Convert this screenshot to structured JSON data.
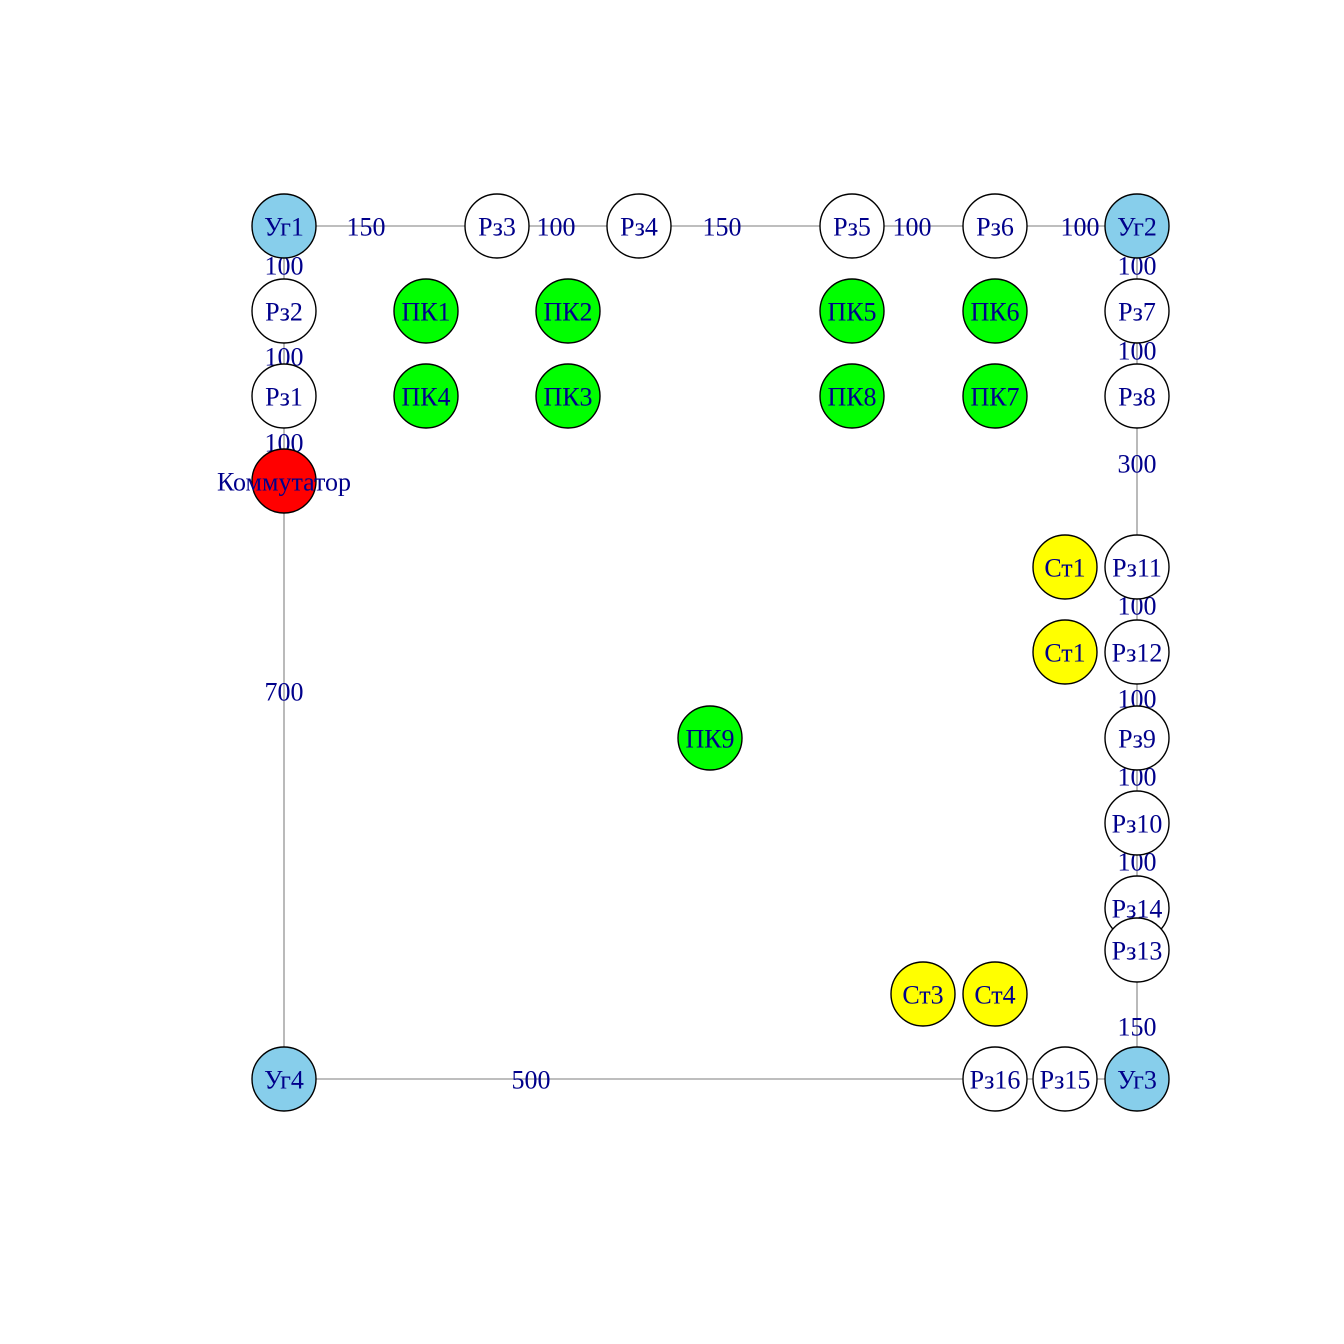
{
  "colors": {
    "corner": "#87ceeb",
    "splitter": "#ffffff",
    "pc": "#00ff00",
    "station": "#ffff00",
    "switch": "#ff0000",
    "edge": "#a9a9a9",
    "label": "#00008b"
  },
  "nodes": [
    {
      "id": "ug1",
      "label": "Уг1",
      "kind": "corner"
    },
    {
      "id": "rz3",
      "label": "Рз3",
      "kind": "splitter"
    },
    {
      "id": "rz4",
      "label": "Рз4",
      "kind": "splitter"
    },
    {
      "id": "rz5",
      "label": "Рз5",
      "kind": "splitter"
    },
    {
      "id": "rz6",
      "label": "Рз6",
      "kind": "splitter"
    },
    {
      "id": "ug2",
      "label": "Уг2",
      "kind": "corner"
    },
    {
      "id": "rz2",
      "label": "Рз2",
      "kind": "splitter"
    },
    {
      "id": "rz1",
      "label": "Рз1",
      "kind": "splitter"
    },
    {
      "id": "switch",
      "label": "Коммутатор",
      "kind": "switch"
    },
    {
      "id": "pk1",
      "label": "ПК1",
      "kind": "pc"
    },
    {
      "id": "pk2",
      "label": "ПК2",
      "kind": "pc"
    },
    {
      "id": "pk5",
      "label": "ПК5",
      "kind": "pc"
    },
    {
      "id": "pk6",
      "label": "ПК6",
      "kind": "pc"
    },
    {
      "id": "pk4",
      "label": "ПК4",
      "kind": "pc"
    },
    {
      "id": "pk3",
      "label": "ПК3",
      "kind": "pc"
    },
    {
      "id": "pk8",
      "label": "ПК8",
      "kind": "pc"
    },
    {
      "id": "pk7",
      "label": "ПК7",
      "kind": "pc"
    },
    {
      "id": "rz7",
      "label": "Рз7",
      "kind": "splitter"
    },
    {
      "id": "rz8",
      "label": "Рз8",
      "kind": "splitter"
    },
    {
      "id": "st1a",
      "label": "Ст1",
      "kind": "station"
    },
    {
      "id": "rz11",
      "label": "Рз11",
      "kind": "splitter"
    },
    {
      "id": "st1b",
      "label": "Ст1",
      "kind": "station"
    },
    {
      "id": "rz12",
      "label": "Рз12",
      "kind": "splitter"
    },
    {
      "id": "pk9",
      "label": "ПК9",
      "kind": "pc"
    },
    {
      "id": "rz9",
      "label": "Рз9",
      "kind": "splitter"
    },
    {
      "id": "rz10",
      "label": "Рз10",
      "kind": "splitter"
    },
    {
      "id": "rz14",
      "label": "Рз14",
      "kind": "splitter"
    },
    {
      "id": "rz13",
      "label": "Рз13",
      "kind": "splitter"
    },
    {
      "id": "st3",
      "label": "Ст3",
      "kind": "station"
    },
    {
      "id": "st4",
      "label": "Ст4",
      "kind": "station"
    },
    {
      "id": "ug4",
      "label": "Уг4",
      "kind": "corner"
    },
    {
      "id": "rz16",
      "label": "Рз16",
      "kind": "splitter"
    },
    {
      "id": "rz15",
      "label": "Рз15",
      "kind": "splitter"
    },
    {
      "id": "ug3",
      "label": "Уг3",
      "kind": "corner"
    }
  ],
  "edges": [
    {
      "from": "ug1",
      "to": "rz3",
      "label": "150"
    },
    {
      "from": "rz3",
      "to": "rz4",
      "label": "100"
    },
    {
      "from": "rz4",
      "to": "rz5",
      "label": "150"
    },
    {
      "from": "rz5",
      "to": "rz6",
      "label": "100"
    },
    {
      "from": "rz6",
      "to": "ug2",
      "label": "100"
    },
    {
      "from": "ug1",
      "to": "rz2",
      "label": "100"
    },
    {
      "from": "rz2",
      "to": "rz1",
      "label": "100"
    },
    {
      "from": "rz1",
      "to": "switch",
      "label": "100"
    },
    {
      "from": "switch",
      "to": "ug4",
      "label": "700"
    },
    {
      "from": "ug2",
      "to": "rz7",
      "label": "100"
    },
    {
      "from": "rz7",
      "to": "rz8",
      "label": "100"
    },
    {
      "from": "rz8",
      "to": "rz11",
      "label": "300"
    },
    {
      "from": "rz11",
      "to": "rz12",
      "label": "100"
    },
    {
      "from": "rz12",
      "to": "rz9",
      "label": "100"
    },
    {
      "from": "rz9",
      "to": "rz10",
      "label": "100"
    },
    {
      "from": "rz10",
      "to": "rz14",
      "label": "100"
    },
    {
      "from": "rz14",
      "to": "rz13",
      "label": ""
    },
    {
      "from": "rz13",
      "to": "ug3",
      "label": "150"
    },
    {
      "from": "ug4",
      "to": "rz16",
      "label": "500"
    },
    {
      "from": "rz16",
      "to": "rz15",
      "label": ""
    },
    {
      "from": "rz15",
      "to": "ug3",
      "label": ""
    }
  ]
}
